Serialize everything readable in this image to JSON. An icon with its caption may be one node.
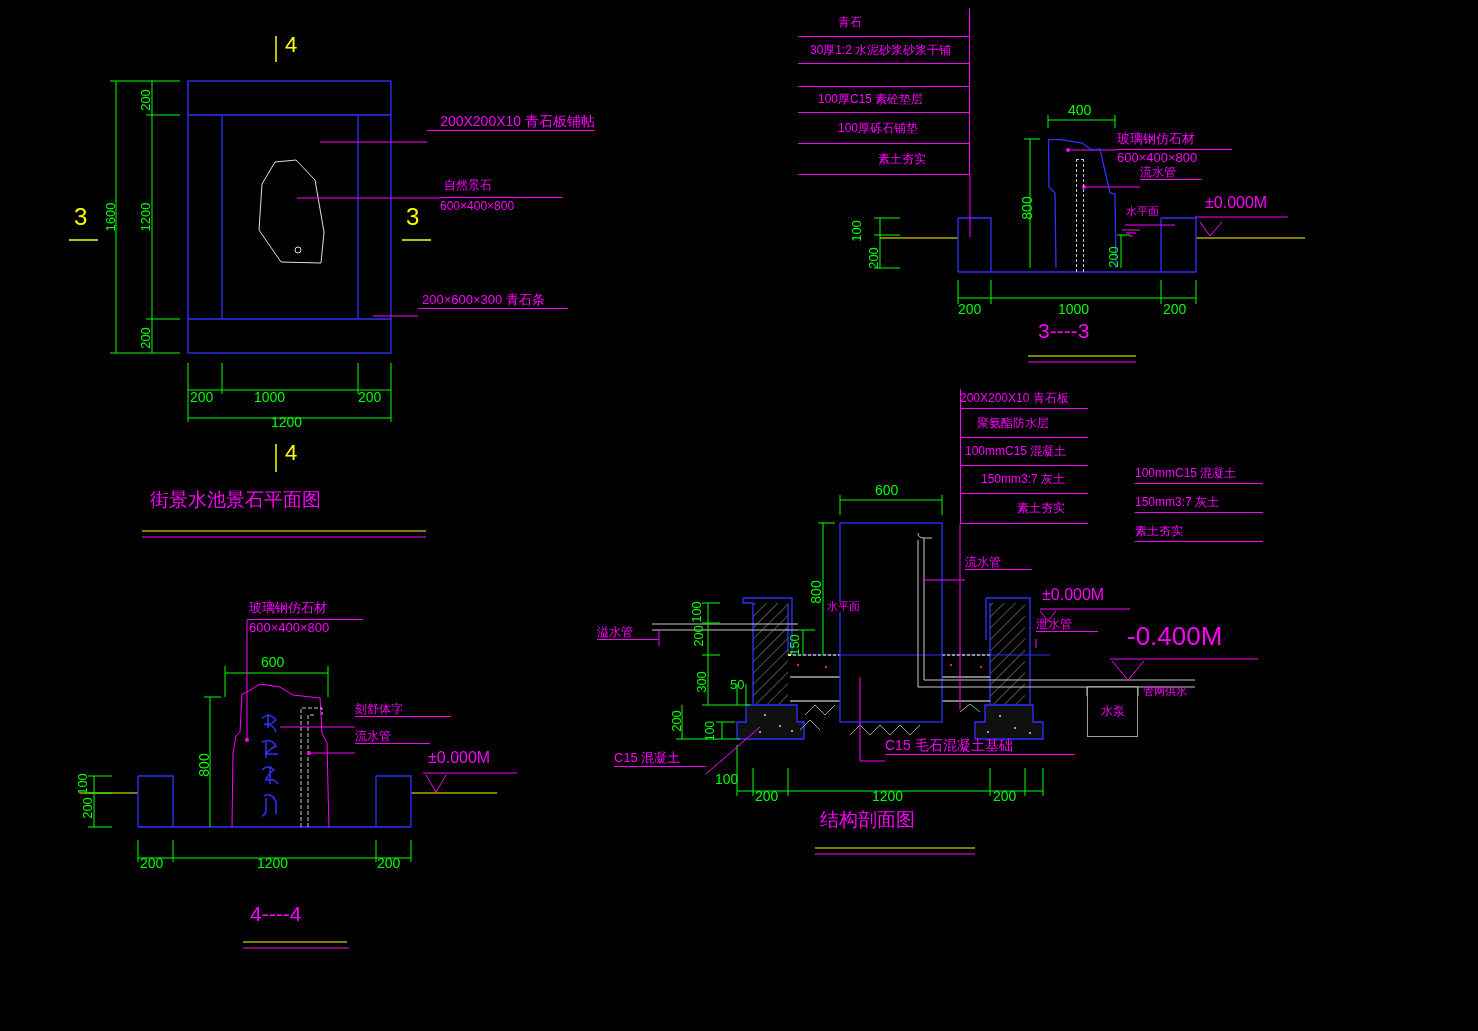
{
  "diagram": {
    "nodes": [
      {
        "text": [
          "200X200X10 青石板铺帖"
        ]
      },
      {
        "text": [
          "自然景石",
          "600×400×800"
        ]
      },
      {
        "text": [
          "200×600×300 青石条"
        ]
      },
      {
        "text": [
          "青石",
          "30厚1:2 水泥砂浆砂浆干铺",
          "100厚C15 素砼垫层",
          "100厚砾石铺垫",
          "素土夯实"
        ]
      },
      {
        "text": [
          "玻璃钢仿石材",
          "600×400×800"
        ]
      },
      {
        "text": [
          "流水管"
        ]
      },
      {
        "text": [
          "玻璃钢仿石材",
          "600×400×800"
        ]
      },
      {
        "text": [
          "刻舒体字"
        ]
      },
      {
        "text": [
          "流水管"
        ]
      },
      {
        "text": [
          "200X200X10 青石板",
          "聚氨酯防水层",
          "100mmC15 混凝土",
          "150mm3:7 灰土",
          "素土夯实"
        ]
      },
      {
        "text": [
          "流水管"
        ]
      },
      {
        "text": [
          "泄水管"
        ]
      },
      {
        "text": [
          "溢水管"
        ]
      },
      {
        "text": [
          "C15 混凝土"
        ]
      },
      {
        "text": [
          "C15 毛石混凝土基础"
        ]
      },
      {
        "text": [
          "水泵"
        ]
      },
      {
        "text": [],
        "shape": "bar",
        "in": 17
      },
      {
        "text": [],
        "shape": "picture"
      }
    ],
    "edges": [
      {
        "from": 0,
        "to": null,
        "arrow": "none"
      },
      {
        "from": 1,
        "to": null,
        "arrow": "none"
      },
      {
        "from": 2,
        "to": null,
        "arrow": "none"
      },
      {
        "from": 3,
        "to": null,
        "arrow": "none"
      },
      {
        "from": 4,
        "to": 17,
        "arrow": "other"
      },
      {
        "from": 5,
        "to": 16,
        "arrow": "other"
      },
      {
        "from": 6,
        "to": null,
        "arrow": "other"
      },
      {
        "from": 7,
        "to": null,
        "arrow": "none"
      },
      {
        "from": 8,
        "to": null,
        "arrow": "other"
      },
      {
        "from": 9,
        "to": null,
        "arrow": "none"
      },
      {
        "from": 10,
        "to": null,
        "arrow": "none"
      },
      {
        "from": 11,
        "to": null,
        "arrow": "none"
      },
      {
        "from": 12,
        "to": null,
        "arrow": "none"
      },
      {
        "from": 13,
        "to": null,
        "arrow": "none"
      },
      {
        "from": 14,
        "to": null,
        "arrow": "none"
      }
    ],
    "labels": [
      "4",
      "200",
      "1600",
      "1200",
      "200",
      "3",
      "3",
      "200",
      "1000",
      "200",
      "1200",
      "4",
      "街景水池景石平面图",
      "±0.000M",
      "水平面",
      "400",
      "800",
      "100",
      "200",
      "200",
      "200",
      "1000",
      "200",
      "3----3",
      "600",
      "800",
      "100",
      "200",
      "±0.000M",
      "200",
      "1200",
      "200",
      "4----4",
      "600",
      "800",
      "100",
      "200",
      "300",
      "150",
      "50",
      "200",
      "100",
      "100",
      "200",
      "1200",
      "200",
      "结构剖面图",
      "±0.000M",
      "-0.400M",
      "管网供水",
      "水平面",
      "100mmC15 混凝土",
      "150mm3:7 灰土",
      "素土夯实"
    ]
  }
}
